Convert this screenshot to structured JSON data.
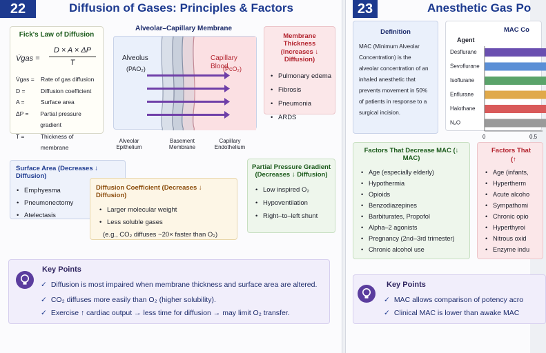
{
  "slide22": {
    "number": "22",
    "title": "Diffusion of Gases: Principles & Factors",
    "fick": {
      "header": "Fick's Law of Diffusion",
      "lhs": "V̇gas =",
      "numerator": "D × A × ΔP",
      "denominator": "T",
      "definitions": [
        {
          "sym": "V̇gas =",
          "text": "Rate of gas diffusion"
        },
        {
          "sym": "D =",
          "text": "Diffusion coefficient"
        },
        {
          "sym": "A =",
          "text": "Surface area"
        },
        {
          "sym": "ΔP =",
          "text": "Partial pressure gradient"
        },
        {
          "sym": "T =",
          "text": "Thickness of membrane"
        }
      ]
    },
    "membrane": {
      "header": "Alveolar–Capillary Membrane",
      "alveolus": "Alveolus",
      "alveolus_sub": "(PAO₂)",
      "capillary": "Capillary Blood",
      "capillary_sub": "(PcO₂)",
      "labels": [
        "Alveolar Epithelium",
        "Basement Membrane",
        "Capillary Endothelium"
      ]
    },
    "thickness": {
      "header": "Membrane Thickness (Increases ↓ Diffusion)",
      "items": [
        "Pulmonary edema",
        "Fibrosis",
        "Pneumonia",
        "ARDS"
      ]
    },
    "surface": {
      "header": "Surface Area (Decreases ↓ Diffusion)",
      "items": [
        "Emphyesma",
        "Pneumonectomy",
        "Atelectasis"
      ]
    },
    "coefficient": {
      "header": "Diffusion Coefficient (Decreases ↓ Diffusion)",
      "items": [
        "Larger molecular weight",
        "Less soluble gases"
      ],
      "note": "(e.g., CO₂ diffuses ~20× faster than O₂)"
    },
    "gradient": {
      "header": "Partial Pressure Gradient (Decreases ↓ Diffusion)",
      "items": [
        "Low inspired O₂",
        "Hypoventilation",
        "Right–to–left shunt"
      ]
    },
    "keypoints": {
      "title": "Key Points",
      "lines": [
        "Diffusion is most impaired when membrane thickness and surface area are altered.",
        "CO₂ diffuses more easily than O₂ (higher solubility).",
        "Exercise ↑ cardiac output → less time for diffusion → may limit O₂ transfer."
      ]
    }
  },
  "slide23": {
    "number": "23",
    "title": "Anesthetic Gas Po",
    "definition": {
      "header": "Definition",
      "text": "MAC (Minimum Alveolar Concentration) is the alveolar concentration of an inhaled anesthetic that prevents movement in 50% of patients in response to a surgical incision."
    },
    "decrease": {
      "header": "Factors That Decrease MAC (↓ MAC)",
      "items": [
        "Age (especially elderly)",
        "Hypothermia",
        "Opioids",
        "Benzodiazepines",
        "Barbiturates, Propofol",
        "Alpha–2 agonists",
        "Pregnancy (2nd–3rd trimester)",
        "Chronic alcohol use"
      ]
    },
    "increase": {
      "header": "Factors That",
      "header2": "(↑",
      "items": [
        "Age (infants,",
        "Hypertherm",
        "Acute alcoho",
        "Sympathomi",
        "Chronic opio",
        "Hyperthyroi",
        "Nitrous oxid",
        "Enzyme indu"
      ]
    },
    "keypoints": {
      "title": "Key Points",
      "lines": [
        "MAC allows comparison of potency acro",
        "Clinical MAC is lower than awake MAC"
      ]
    }
  },
  "chart_data": {
    "type": "bar",
    "orientation": "horizontal",
    "title": "MAC Co",
    "column_header": "Agent",
    "categories": [
      "Desflurane",
      "Sevoflurane",
      "Isoflurane",
      "Enflurane",
      "Halothane",
      "N₂O"
    ],
    "values": [
      6.0,
      2.0,
      1.15,
      1.68,
      0.75,
      104
    ],
    "colors": [
      "#6a4fb0",
      "#5b8fd6",
      "#5aa36a",
      "#e0a94a",
      "#d95a5a",
      "#9a9a9a"
    ],
    "ticks": [
      "0",
      "0.5"
    ],
    "xlim_visible": [
      0,
      0.5
    ]
  }
}
